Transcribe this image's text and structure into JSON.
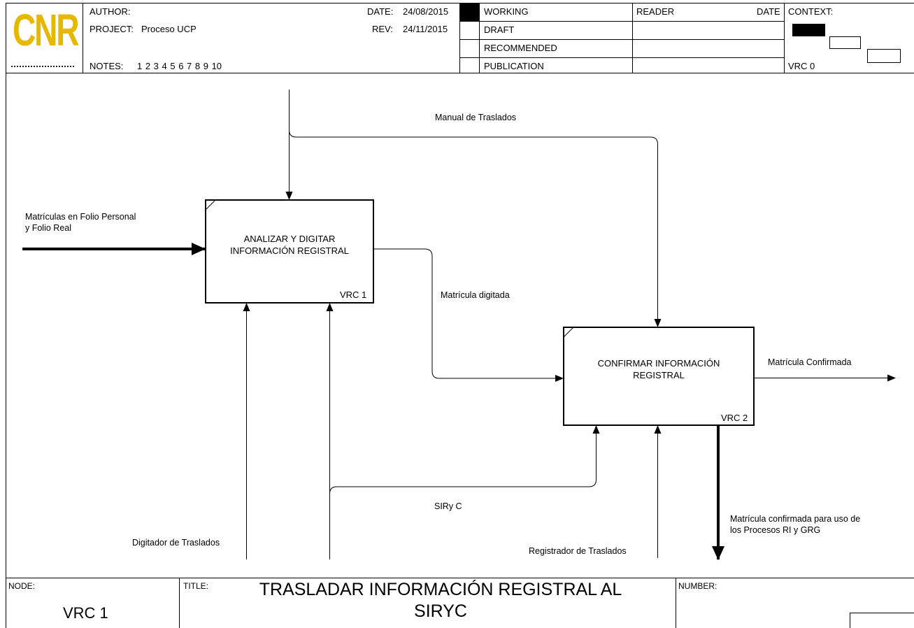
{
  "header": {
    "logo_text": "CNR",
    "logo_color": "#E6B800",
    "author_label": "AUTHOR:",
    "project_label": "PROJECT:",
    "project_value": "Proceso UCP",
    "notes_label": "NOTES:",
    "notes_value": "1  2  3  4  5  6  7  8  9  10",
    "date_label": "DATE:",
    "date_value": "24/08/2015",
    "rev_label": "REV:",
    "rev_value": "24/11/2015",
    "status": [
      "WORKING",
      "DRAFT",
      "RECOMMENDED",
      "PUBLICATION"
    ],
    "reader_label": "READER",
    "reader_date_label": "DATE",
    "context_label": "CONTEXT:",
    "context_node": "VRC 0"
  },
  "diagram": {
    "boxes": [
      {
        "title": "ANALIZAR Y DIGITAR INFORMACIÓN REGISTRAL",
        "title_line1": "ANALIZAR Y DIGITAR",
        "title_line2": "INFORMACIÓN REGISTRAL",
        "node": "VRC 1"
      },
      {
        "title": "CONFIRMAR INFORMACIÓN REGISTRAL",
        "title_line1": "CONFIRMAR INFORMACIÓN",
        "title_line2": "REGISTRAL",
        "node": "VRC 2"
      }
    ],
    "arrows": {
      "control_manual": "Manual de Traslados",
      "input_matriculas_line1": "Matrículas en Folio Personal",
      "input_matriculas_line2": "y Folio Real",
      "matricula_digitada": "Matrícula digitada",
      "output_confirmada": "Matrícula  Confirmada",
      "mechanism_siryc": "SIRy C",
      "mechanism_digitador": "Digitador de Traslados",
      "mechanism_registrador": "Registrador de Traslados",
      "output_uso_line1": "Matrícula confirmada para uso de",
      "output_uso_line2": "los Procesos RI y  GRG"
    }
  },
  "footer": {
    "node_label": "NODE:",
    "node_value": "VRC 1",
    "title_label": "TITLE:",
    "title_line1": "TRASLADAR  INFORMACIÓN REGISTRAL AL",
    "title_line2": "SIRYC",
    "number_label": "NUMBER:"
  }
}
